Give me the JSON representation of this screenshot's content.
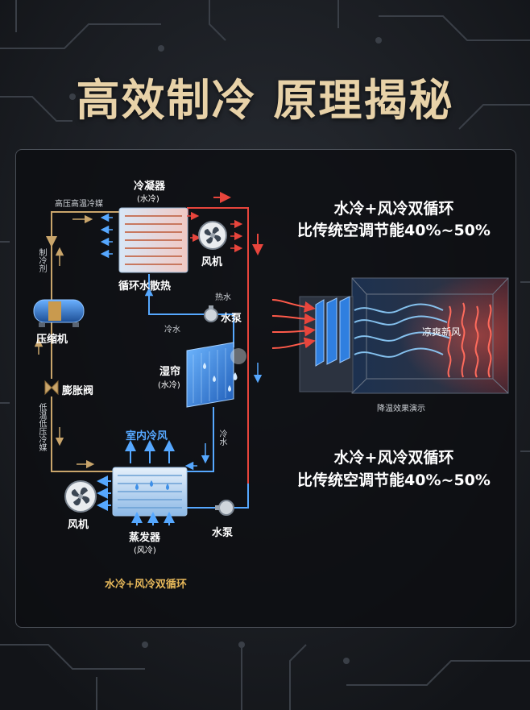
{
  "title": "高效制冷 原理揭秘",
  "diagram": {
    "condenser": {
      "name": "冷凝器",
      "sub": "(水冷)"
    },
    "circulating_water": "循环水散热",
    "hp_refrigerant": "高压高温冷媒",
    "refrigerant": "制冷剂",
    "compressor": "压缩机",
    "expansion_valve": "膨胀阀",
    "lp_refrigerant": "低温低压冷媒",
    "fan_top": "风机",
    "hot_water": "热水",
    "cold_water_top": "冷水",
    "pump_top": "水泵",
    "wet_curtain": {
      "name": "湿帘",
      "sub": "(水冷)"
    },
    "cold_water_mid": "冷水",
    "indoor_air": "室内冷风",
    "fan_bottom": "风机",
    "evaporator": {
      "name": "蒸发器",
      "sub": "(风冷)"
    },
    "pump_bottom": "水泵",
    "caption": "水冷+风冷双循环"
  },
  "info": {
    "top_line1": "水冷+风冷双循环",
    "top_line2": "比传统空调节能40%~50%",
    "demo_label": "凉爽新风",
    "demo_caption": "降温效果演示",
    "bottom_line1": "水冷+风冷双循环",
    "bottom_line2": "比传统空调节能40%~50%"
  },
  "colors": {
    "title_gold": "#e8d2a8",
    "hot_red": "#e8453c",
    "cold_blue": "#3d8fe8",
    "pipe_gold": "#c9a56b"
  }
}
